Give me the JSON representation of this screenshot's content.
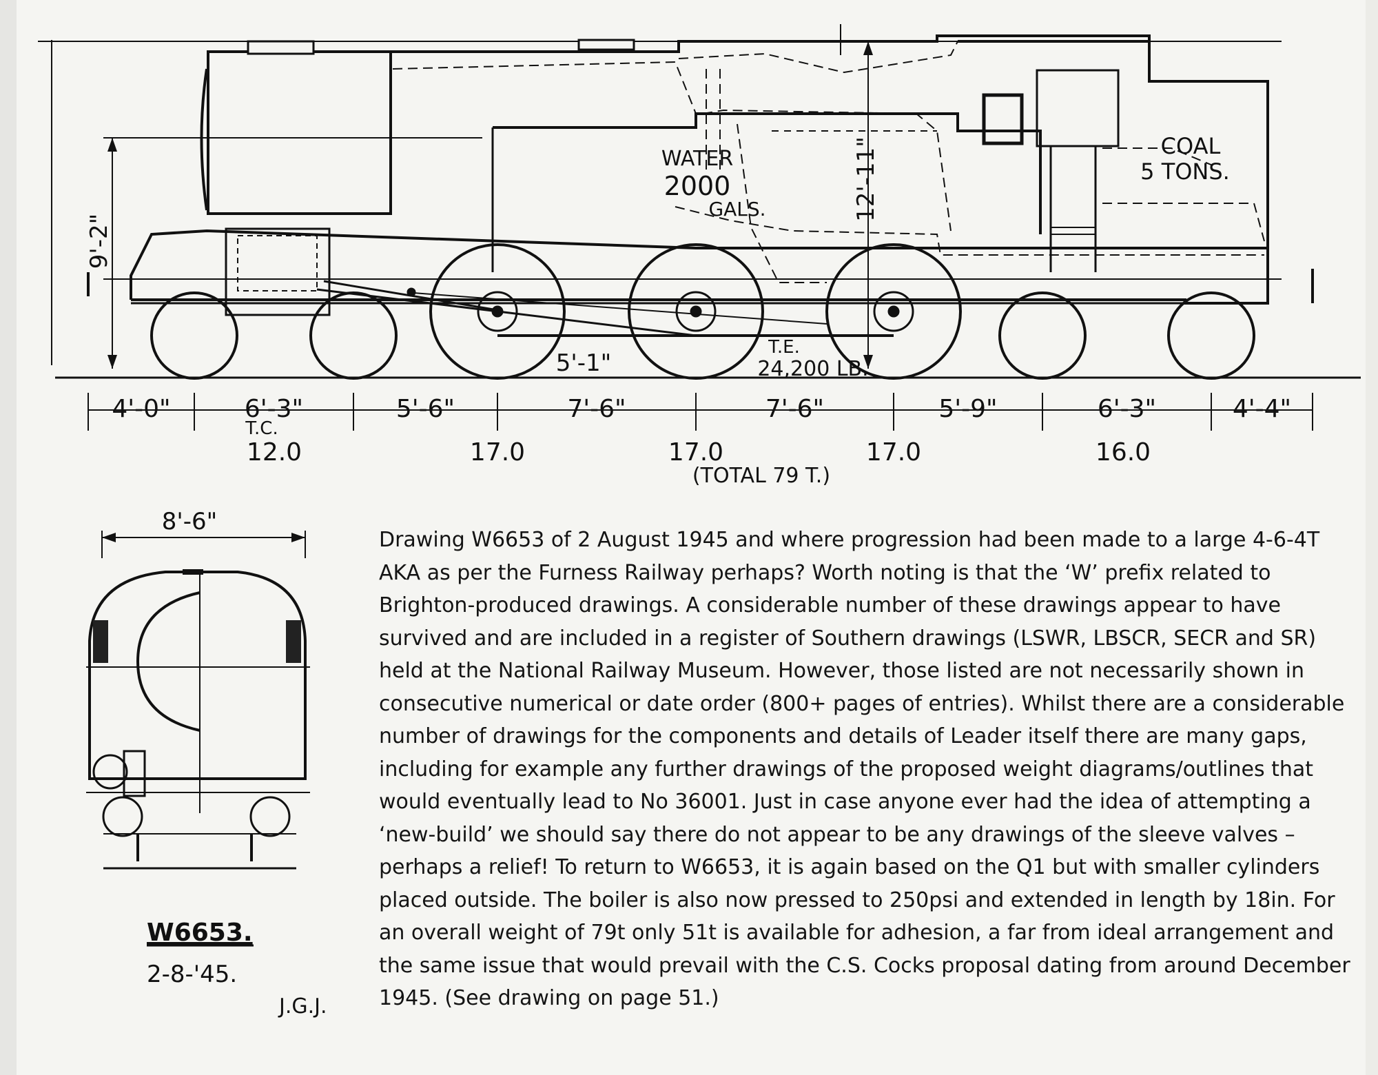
{
  "diagram": {
    "drawing_number": "W6653.",
    "date": "2-8-'45.",
    "initials": "J.G.J.",
    "labels": {
      "water_line1": "WATER",
      "water_line2": "2000",
      "water_line3": "GALS.",
      "coal_line1": "COAL",
      "coal_line2": "5 TONS.",
      "height_overall": "12'-11\"",
      "height_boiler": "9'-2\"",
      "driving_wheel": "5'-1\"",
      "te_line1": "T.E.",
      "te_line2": "24,200 LB.",
      "end_width": "8'-6\"",
      "tc_label": "T.C."
    },
    "wheelbase_spacings": [
      "4'-0\"",
      "6'-3\"",
      "5'-6\"",
      "7'-6\"",
      "7'-6\"",
      "5'-9\"",
      "6'-3\"",
      "4'-4\""
    ],
    "axle_loads": [
      "12.0",
      "17.0",
      "17.0",
      "17.0",
      "16.0"
    ],
    "total_weight": "(TOTAL 79 T.)"
  },
  "caption": "Drawing W6653 of 2 August 1945 and where progression had been made to a large 4-6-4T AKA as per the Furness Railway perhaps? Worth noting is that the ‘W’ prefix related to Brighton-produced drawings. A considerable number of these drawings appear to have survived and are included in a register of Southern drawings (LSWR, LBSCR, SECR and SR) held at the National Railway Museum. However, those listed are not necessarily shown in consecutive numerical or date order (800+ pages of entries). Whilst there are a considerable number of drawings for the components and details of Leader itself there are many gaps, including for example any further drawings of the proposed weight diagrams/outlines that would eventually lead to No 36001. Just in case anyone ever had the idea of attempting a ‘new-build’ we should say there do not appear to be any drawings of the sleeve valves – perhaps a relief! To return to W6653, it is again based on the Q1 but with smaller cylinders placed outside. The boiler is also now pressed to 250psi and extended in length by 18in. For an overall weight of 79t only 51t is available for adhesion, a far from ideal arrangement and the same issue that would prevail with the C.S. Cocks proposal dating from around December 1945. (See drawing on page 51.)"
}
